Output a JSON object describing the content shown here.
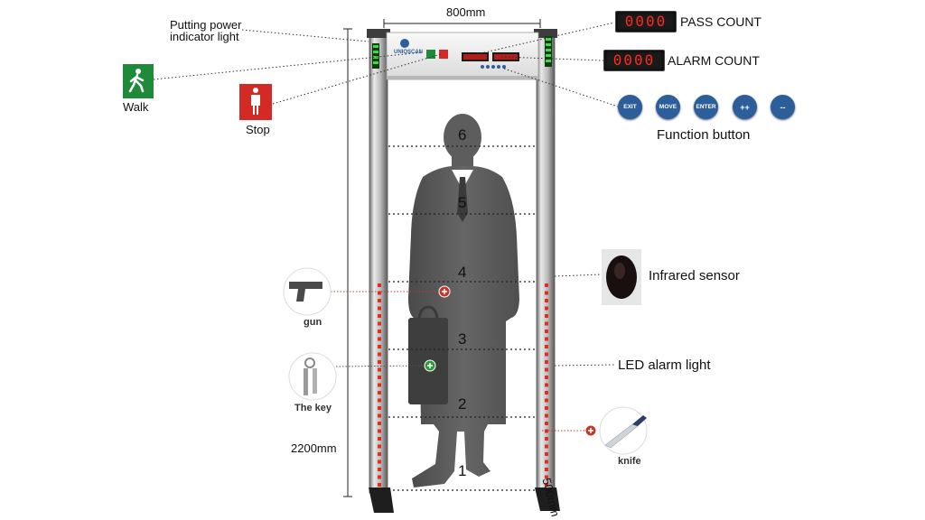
{
  "dimensions": {
    "width": "800mm",
    "height": "2200mm",
    "depth": "500mm"
  },
  "labels": {
    "power_light": [
      "Putting power",
      "indicator light"
    ],
    "walk": "Walk",
    "stop": "Stop",
    "pass_count": "PASS COUNT",
    "alarm_count": "ALARM COUNT",
    "function_button": "Function button",
    "infrared_sensor": "Infrared sensor",
    "led_alarm_light": "LED alarm light"
  },
  "counters": {
    "pass_display": "0000",
    "alarm_display": "0000"
  },
  "brand": "UNIQSCAN",
  "function_buttons": [
    "EXIT",
    "MOVE",
    "ENTER",
    "++",
    "--"
  ],
  "zones": [
    "1",
    "2",
    "3",
    "4",
    "5",
    "6"
  ],
  "items": {
    "gun": "gun",
    "key": "The key",
    "knife": "knife"
  },
  "colors": {
    "walk_green": "#1f8a3a",
    "stop_red": "#d42a26",
    "button_blue": "#2c5e9a",
    "led_red": "#e82a1a",
    "silhouette": "#5a5a5a"
  }
}
